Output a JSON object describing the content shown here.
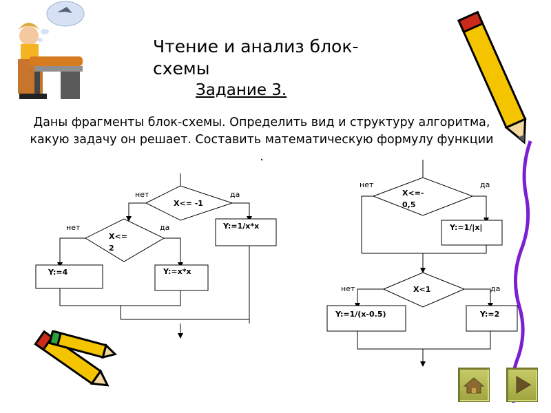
{
  "title": "Чтение и анализ  блок-схемы",
  "subtitle": "Задание 3.",
  "task": "Даны фрагменты блок-схемы. Определить вид и структуру алгоритма, какую задачу он решает. Составить математическую формулу функции .",
  "left_flowchart": {
    "cond1": "X<= -1",
    "cond1_no": "нет",
    "cond1_yes": "да",
    "cond2_line1": "X<=",
    "cond2_line2": "2",
    "cond2_no": "нет",
    "cond2_yes": "да",
    "box_y4": "Y:=4",
    "box_yxx": "Y:=x*x",
    "box_y1xx": "Y:=1/x*x"
  },
  "right_flowchart": {
    "cond1_line1": "X<=-",
    "cond1_line2": "0,5",
    "cond1_no": "нет",
    "cond1_yes": "да",
    "box_abs": "Y:=1/|x|",
    "cond2": "X<1",
    "cond2_no": "нет",
    "cond2_yes": "да",
    "box_left": "Y:=1/(x-0.5)",
    "box_right": "Y:=2"
  },
  "icons": {
    "clipart_girl": "girl-at-desk-clipart",
    "clipart_pencil_right": "pencil-clipart",
    "clipart_pencils_bottom": "pencils-clipart",
    "nav_home": "home-icon",
    "nav_next": "play-next-icon"
  },
  "colors": {
    "pencil_yellow": "#f5c400",
    "pencil_purple": "#7a1fd1",
    "button_olive": "#b3b752"
  }
}
